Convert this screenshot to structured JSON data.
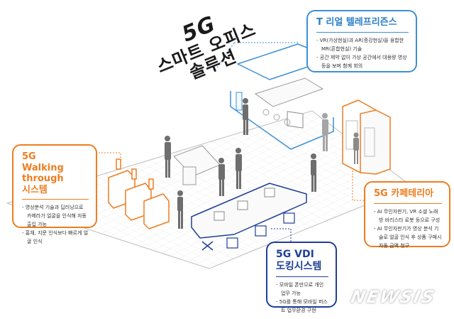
{
  "title": {
    "line1": "5G",
    "line2": "스마트 오피스",
    "line3": "솔루션"
  },
  "colors": {
    "blue": "#3d8fd6",
    "orange": "#ee7d1f",
    "navy": "#1f3f97",
    "floor_grid": "#d8d8d8",
    "people": "#6e6e6e"
  },
  "boxes": {
    "telepresence": {
      "title": "T 리얼 텔레프리즌스",
      "bullets": [
        "VR(가상현실)과 AR(증강현실)을 융합한 MR(혼합현실) 기술",
        "공간 제약 없이 가상 공간에서 대용량 영상 등을 보며 함께 회의"
      ]
    },
    "walking": {
      "title_line1": "5G",
      "title_line2": "Walking through",
      "title_line3": "시스템",
      "bullets": [
        "영상분석 기술과 딥러닝으로 카메라가 얼굴을 인식해 자동 출입 가능",
        "홍채, 지문 인식보다 빠르게 얼굴 인식"
      ]
    },
    "cafeteria": {
      "title": "5G 카페테리아",
      "bullets": [
        "AI 무인자판기, VR 소셜 노래방 바리스타 로봇 등으로 구성",
        "AI 무인자판기가 영상 분석 기술로 얼굴 인식 후 상품 구매시 자동 금액 청구"
      ]
    },
    "vdi": {
      "title_line1": "5G VDI",
      "title_line2": "도킹시스템",
      "bullets": [
        "모바일 폰만으로 개인 업무 가능",
        "5G를 통해 모바일 퍼스트 업무환경 구현"
      ]
    }
  },
  "illustration": {
    "zones": [
      "telepresence-room",
      "kiosk-area",
      "walking-through-gates",
      "vending-machines",
      "vdi-desks"
    ],
    "people_count": 9
  },
  "watermark": "NEWSIS"
}
